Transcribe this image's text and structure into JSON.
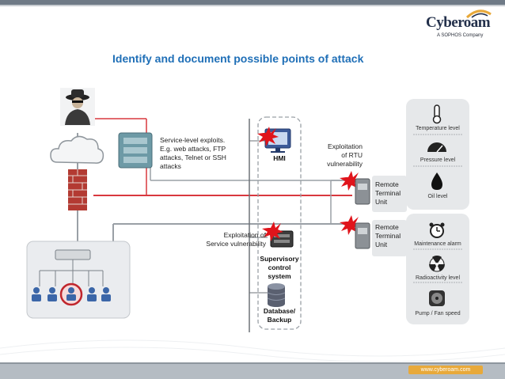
{
  "logo": {
    "brand": "Cyberoam",
    "tagline": "A SOPHOS Company"
  },
  "title": "Identify and document possible points of attack",
  "labels": {
    "service_exploits": [
      "Service-level exploits.",
      "E.g. web attacks, FTP",
      "attacks, Telnet or SSH",
      "attacks"
    ],
    "service_vuln": [
      "Exploitation of",
      "Service vulnerability"
    ],
    "rtu_vuln": [
      "Exploitation",
      "of RTU",
      "vulnerability"
    ],
    "hmi": "HMI",
    "supervisory": [
      "Supervisory",
      "control",
      "system"
    ],
    "database": [
      "Database/",
      "Backup"
    ],
    "rtu1": [
      "Remote",
      "Terminal",
      "Unit"
    ],
    "rtu2": [
      "Remote",
      "Terminal",
      "Unit"
    ]
  },
  "panel_top": {
    "items": [
      "Temperature level",
      "Pressure level",
      "Oil level"
    ],
    "icons": [
      "thermometer-icon",
      "gauge-icon",
      "oil-drop-icon"
    ]
  },
  "panel_bottom": {
    "items": [
      "Maintenance alarm",
      "Radioactivity level",
      "Pump / Fan speed"
    ],
    "icons": [
      "alarm-clock-icon",
      "radiation-icon",
      "fan-icon"
    ]
  },
  "footer": {
    "url": "www.cyberoam.com"
  },
  "colors": {
    "title": "#1f6fb7",
    "attack_line": "#d9383e",
    "normal_line": "#9aa0a6",
    "panel_bg": "#e6e8ea",
    "url_bg": "#e8a93a"
  }
}
